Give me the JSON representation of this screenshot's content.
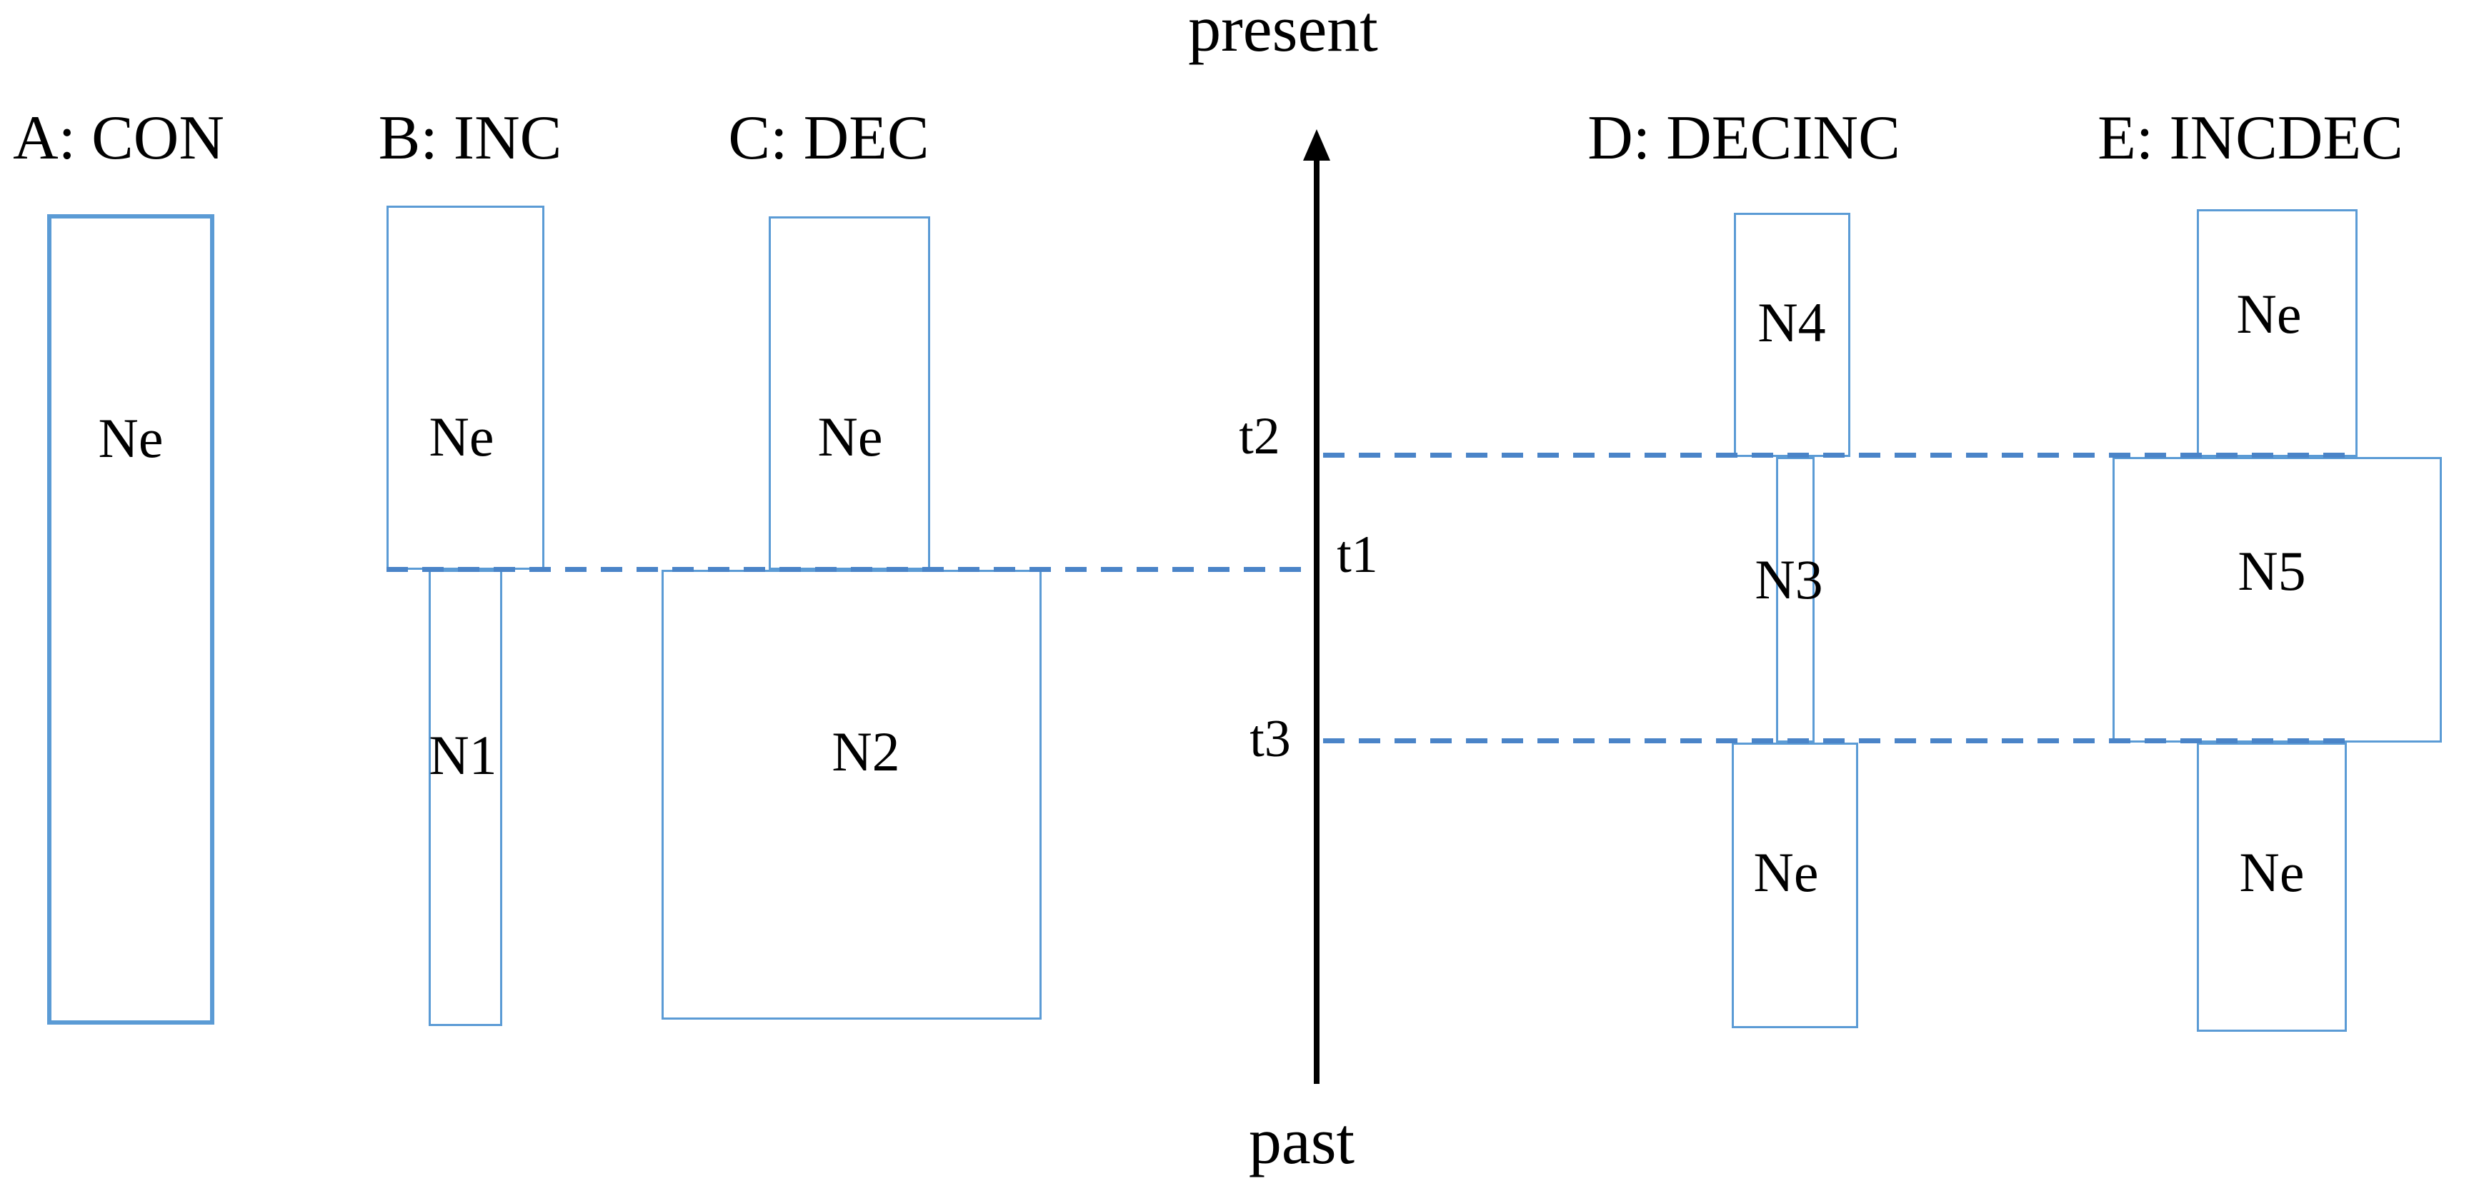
{
  "diagram": {
    "description": "Five demographic history models showing effective population size (box width) through time",
    "time_axis": {
      "top_label": "present",
      "bottom_label": "past",
      "tick_labels": {
        "t1": "t1",
        "t2": "t2",
        "t3": "t3"
      }
    },
    "models": [
      {
        "key": "A",
        "title": "A: CON",
        "segments": [
          {
            "id": "A-Ne",
            "label": "Ne"
          }
        ]
      },
      {
        "key": "B",
        "title": "B: INC",
        "segments": [
          {
            "id": "B-Ne",
            "label": "Ne"
          },
          {
            "id": "B-N1",
            "label": "N1"
          }
        ]
      },
      {
        "key": "C",
        "title": "C: DEC",
        "segments": [
          {
            "id": "C-Ne",
            "label": "Ne"
          },
          {
            "id": "C-N2",
            "label": "N2"
          }
        ]
      },
      {
        "key": "D",
        "title": "D: DECINC",
        "segments": [
          {
            "id": "D-N4",
            "label": "N4"
          },
          {
            "id": "D-N3",
            "label": "N3"
          },
          {
            "id": "D-Ne",
            "label": "Ne"
          }
        ]
      },
      {
        "key": "E",
        "title": "E: INCDEC",
        "segments": [
          {
            "id": "E-Ne-recent",
            "label": "Ne"
          },
          {
            "id": "E-N5",
            "label": "N5"
          },
          {
            "id": "E-Ne-ancient",
            "label": "Ne"
          }
        ]
      }
    ],
    "colors": {
      "box_border": "#5B9BD5",
      "dashed_line": "#4A84C8",
      "axis": "#000000",
      "text": "#000000",
      "background": "#FFFFFF"
    }
  }
}
